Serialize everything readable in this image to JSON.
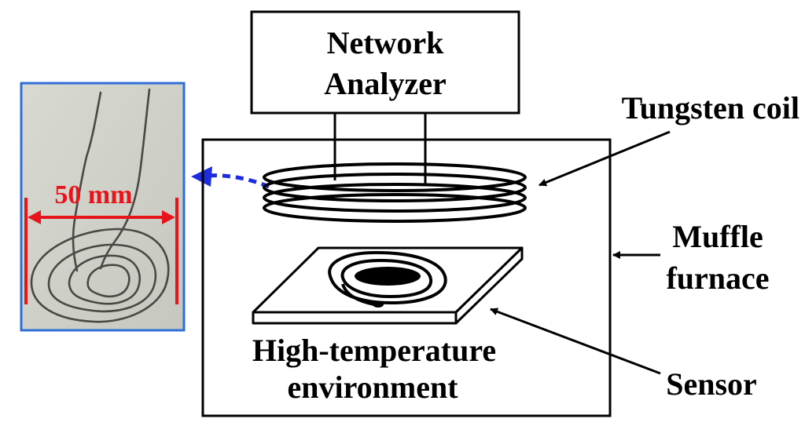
{
  "labels": {
    "analyzer_line1": "Network",
    "analyzer_line2": "Analyzer",
    "tungsten_coil": "Tungsten coil",
    "muffle_line1": "Muffle",
    "muffle_line2": "furnace",
    "sensor": "Sensor",
    "environment_line1": "High-temperature",
    "environment_line2": "environment",
    "scale": "50 mm"
  },
  "colors": {
    "scale_red": "#e8141b",
    "photo_border": "#2f6fd6",
    "dashed_arrow": "#1c2de0",
    "photo_bg": "#cfd1c8"
  }
}
